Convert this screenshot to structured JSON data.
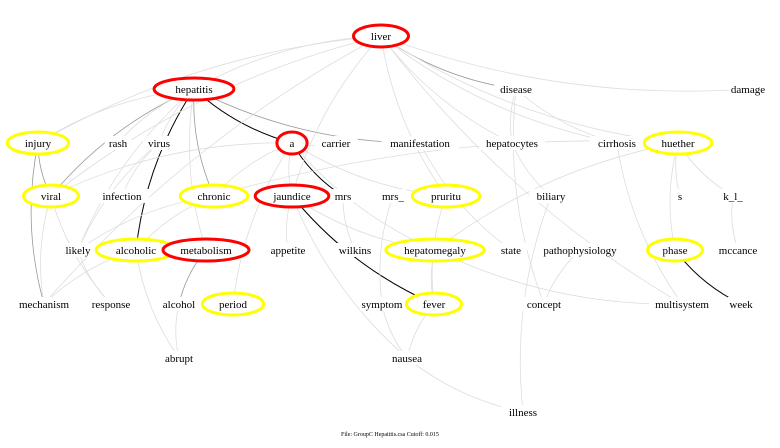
{
  "footer": "File: GroupC Hepatitis.csa     Cutoff: 0.015",
  "colors": {
    "red": "#ff0000",
    "yellow": "#ffff00",
    "edge_light": "#dddddd",
    "edge_mid": "#999999",
    "edge_dark": "#000000"
  },
  "nodes": [
    {
      "id": "liver",
      "label": "liver",
      "mark": "red"
    },
    {
      "id": "hepatitis",
      "label": "hepatitis",
      "mark": "red"
    },
    {
      "id": "disease",
      "label": "disease",
      "mark": ""
    },
    {
      "id": "damage",
      "label": "damage",
      "mark": ""
    },
    {
      "id": "injury",
      "label": "injury",
      "mark": "yellow"
    },
    {
      "id": "rash",
      "label": "rash",
      "mark": ""
    },
    {
      "id": "virus",
      "label": "virus",
      "mark": ""
    },
    {
      "id": "a",
      "label": "a",
      "mark": "red"
    },
    {
      "id": "carrier",
      "label": "carrier",
      "mark": ""
    },
    {
      "id": "manifestation",
      "label": "manifestation",
      "mark": ""
    },
    {
      "id": "hepatocytes",
      "label": "hepatocytes",
      "mark": ""
    },
    {
      "id": "cirrhosis",
      "label": "cirrhosis",
      "mark": ""
    },
    {
      "id": "huether",
      "label": "huether",
      "mark": "yellow"
    },
    {
      "id": "viral",
      "label": "viral",
      "mark": "yellow"
    },
    {
      "id": "infection",
      "label": "infection",
      "mark": ""
    },
    {
      "id": "chronic",
      "label": "chronic",
      "mark": "yellow"
    },
    {
      "id": "jaundice",
      "label": "jaundice",
      "mark": "red"
    },
    {
      "id": "mrs",
      "label": "mrs",
      "mark": ""
    },
    {
      "id": "mrs_",
      "label": "mrs_",
      "mark": ""
    },
    {
      "id": "pruritu",
      "label": "pruritu",
      "mark": "yellow"
    },
    {
      "id": "biliary",
      "label": "biliary",
      "mark": ""
    },
    {
      "id": "s",
      "label": "s",
      "mark": ""
    },
    {
      "id": "k_l_",
      "label": "k_l_",
      "mark": ""
    },
    {
      "id": "likely",
      "label": "likely",
      "mark": ""
    },
    {
      "id": "alcoholic",
      "label": "alcoholic",
      "mark": "yellow"
    },
    {
      "id": "metabolism",
      "label": "metabolism",
      "mark": "red"
    },
    {
      "id": "appetite",
      "label": "appetite",
      "mark": ""
    },
    {
      "id": "wilkins",
      "label": "wilkins",
      "mark": ""
    },
    {
      "id": "hepatomegaly",
      "label": "hepatomegaly",
      "mark": "yellow"
    },
    {
      "id": "state",
      "label": "state",
      "mark": ""
    },
    {
      "id": "pathophysiology",
      "label": "pathophysiology",
      "mark": ""
    },
    {
      "id": "phase",
      "label": "phase",
      "mark": "yellow"
    },
    {
      "id": "mccance",
      "label": "mccance",
      "mark": ""
    },
    {
      "id": "mechanism",
      "label": "mechanism",
      "mark": ""
    },
    {
      "id": "response",
      "label": "response",
      "mark": ""
    },
    {
      "id": "alcohol",
      "label": "alcohol",
      "mark": ""
    },
    {
      "id": "period",
      "label": "period",
      "mark": "yellow"
    },
    {
      "id": "symptom",
      "label": "symptom",
      "mark": ""
    },
    {
      "id": "fever",
      "label": "fever",
      "mark": "yellow"
    },
    {
      "id": "concept",
      "label": "concept",
      "mark": ""
    },
    {
      "id": "multisystem",
      "label": "multisystem",
      "mark": ""
    },
    {
      "id": "week",
      "label": "week",
      "mark": ""
    },
    {
      "id": "abrupt",
      "label": "abrupt",
      "mark": ""
    },
    {
      "id": "nausea",
      "label": "nausea",
      "mark": ""
    },
    {
      "id": "illness",
      "label": "illness",
      "mark": ""
    }
  ],
  "edges": [
    [
      "hepatitis",
      "a",
      "dark"
    ],
    [
      "a",
      "mrs",
      "dark"
    ],
    [
      "hepatitis",
      "alcoholic",
      "dark"
    ],
    [
      "jaundice",
      "fever",
      "dark"
    ],
    [
      "phase",
      "week",
      "dark"
    ],
    [
      "liver",
      "disease",
      "mid"
    ],
    [
      "metabolism",
      "alcohol",
      "mid"
    ],
    [
      "hepatitis",
      "chronic",
      "mid"
    ],
    [
      "hepatitis",
      "viral",
      "mid"
    ],
    [
      "injury",
      "viral",
      "mid"
    ],
    [
      "injury",
      "mechanism",
      "mid"
    ],
    [
      "hepatitis",
      "manifestation",
      "mid"
    ],
    [
      "liver",
      "hepatitis",
      "light"
    ],
    [
      "liver",
      "damage",
      "light"
    ],
    [
      "liver",
      "injury",
      "light"
    ],
    [
      "liver",
      "viral",
      "light"
    ],
    [
      "liver",
      "mechanism",
      "light"
    ],
    [
      "liver",
      "cirrhosis",
      "light"
    ],
    [
      "liver",
      "hepatocytes",
      "light"
    ],
    [
      "liver",
      "jaundice",
      "light"
    ],
    [
      "liver",
      "pruritu",
      "light"
    ],
    [
      "liver",
      "multisystem",
      "light"
    ],
    [
      "liver",
      "huether",
      "light"
    ],
    [
      "disease",
      "hepatocytes",
      "light"
    ],
    [
      "disease",
      "cirrhosis",
      "light"
    ],
    [
      "disease",
      "concept",
      "light"
    ],
    [
      "hepatitis",
      "injury",
      "light"
    ],
    [
      "hepatitis",
      "rash",
      "light"
    ],
    [
      "hepatitis",
      "virus",
      "light"
    ],
    [
      "hepatitis",
      "metabolism",
      "light"
    ],
    [
      "hepatitis",
      "likely",
      "light"
    ],
    [
      "virus",
      "infection",
      "light"
    ],
    [
      "virus",
      "likely",
      "light"
    ],
    [
      "a",
      "viral",
      "light"
    ],
    [
      "a",
      "jaundice",
      "light"
    ],
    [
      "a",
      "carrier",
      "light"
    ],
    [
      "a",
      "pruritu",
      "light"
    ],
    [
      "a",
      "hepatomegaly",
      "light"
    ],
    [
      "a",
      "chronic",
      "light"
    ],
    [
      "a",
      "period",
      "light"
    ],
    [
      "hepatocytes",
      "biliary",
      "light"
    ],
    [
      "manifestation",
      "state",
      "light"
    ],
    [
      "cirrhosis",
      "multisystem",
      "light"
    ],
    [
      "huether",
      "s",
      "light"
    ],
    [
      "huether",
      "k_l_",
      "light"
    ],
    [
      "huether",
      "phase",
      "light"
    ],
    [
      "huether",
      "hepatomegaly",
      "light"
    ],
    [
      "huether",
      "chronic",
      "light"
    ],
    [
      "k_l_",
      "mccance",
      "light"
    ],
    [
      "viral",
      "mechanism",
      "light"
    ],
    [
      "viral",
      "response",
      "light"
    ],
    [
      "chronic",
      "alcoholic",
      "light"
    ],
    [
      "chronic",
      "likely",
      "light"
    ],
    [
      "jaundice",
      "appetite",
      "light"
    ],
    [
      "jaundice",
      "nausea",
      "light"
    ],
    [
      "jaundice",
      "hepatomegaly",
      "light"
    ],
    [
      "mrs",
      "wilkins",
      "light"
    ],
    [
      "mrs_",
      "symptom",
      "light"
    ],
    [
      "pruritu",
      "fever",
      "light"
    ],
    [
      "hepatomegaly",
      "fever",
      "light"
    ],
    [
      "hepatomegaly",
      "multisystem",
      "light"
    ],
    [
      "pathophysiology",
      "concept",
      "light"
    ],
    [
      "likely",
      "response",
      "light"
    ],
    [
      "alcoholic",
      "mechanism",
      "light"
    ],
    [
      "alcoholic",
      "abrupt",
      "light"
    ],
    [
      "alcohol",
      "abrupt",
      "light"
    ],
    [
      "symptom",
      "nausea",
      "light"
    ],
    [
      "fever",
      "nausea",
      "light"
    ],
    [
      "nausea",
      "illness",
      "light"
    ],
    [
      "biliary",
      "illness",
      "light"
    ]
  ]
}
